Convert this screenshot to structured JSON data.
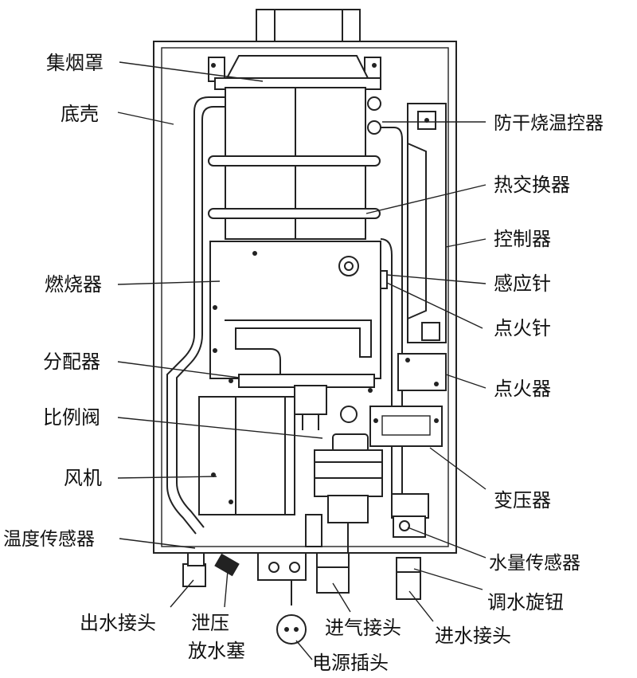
{
  "labels": {
    "hood": "集烟罩",
    "base_shell": "底壳",
    "anti_dry_thermostat": "防干烧温控器",
    "heat_exchanger": "热交换器",
    "controller": "控制器",
    "burner": "燃烧器",
    "sensing_pin": "感应针",
    "ignition_pin": "点火针",
    "distributor": "分配器",
    "igniter": "点火器",
    "proportional_valve": "比例阀",
    "fan": "风机",
    "transformer": "变压器",
    "temp_sensor": "温度传感器",
    "water_flow_sensor": "水量传感器",
    "water_outlet": "出水接头",
    "drain_plug_line1": "泄压",
    "drain_plug_line2": "放水塞",
    "gas_inlet": "进气接头",
    "water_knob": "调水旋钮",
    "water_inlet": "进水接头",
    "power_plug": "电源插头"
  }
}
